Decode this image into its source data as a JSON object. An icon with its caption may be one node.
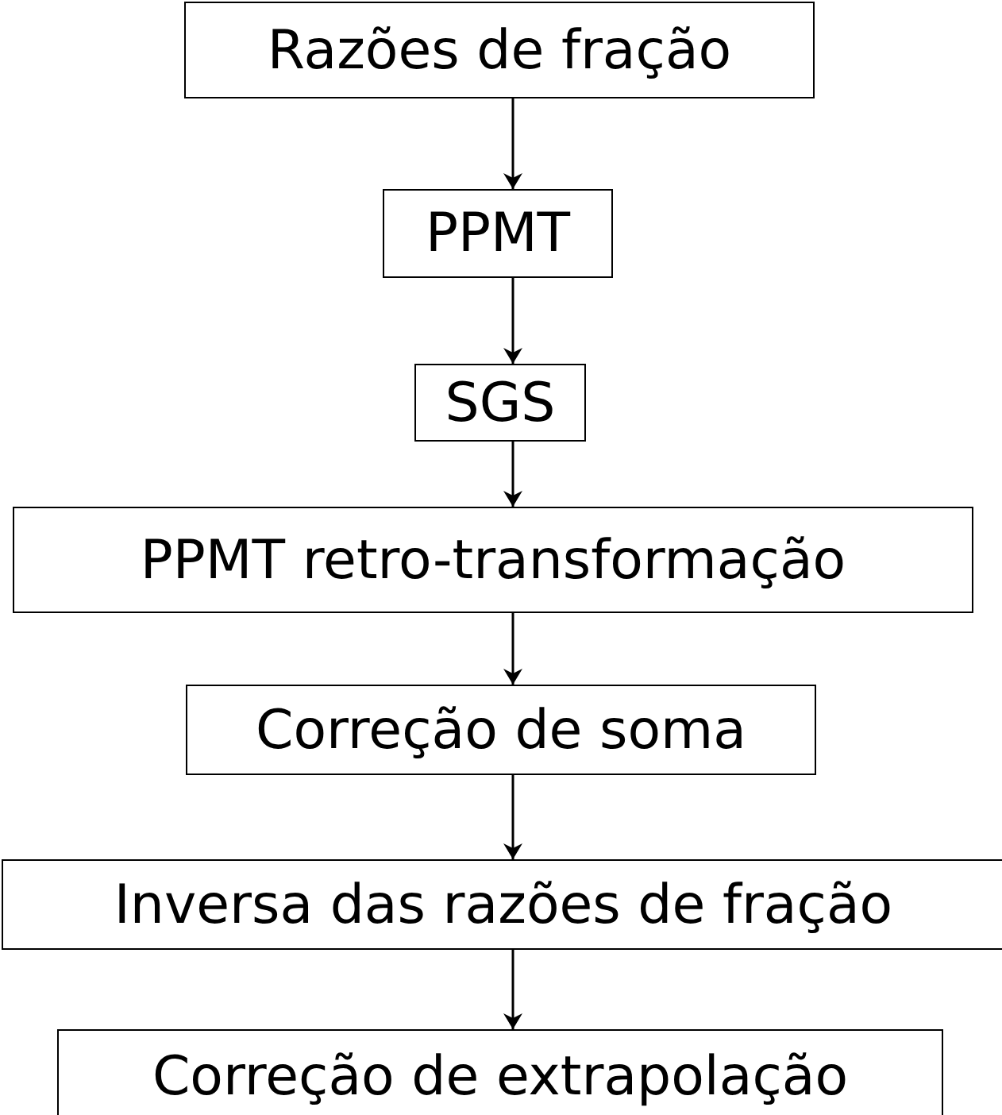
{
  "diagram": {
    "nodes": [
      {
        "text": [
          "Razões de fração"
        ]
      },
      {
        "text": [
          "PPMT"
        ]
      },
      {
        "text": [
          "SGS"
        ]
      },
      {
        "text": [
          "PPMT retro-transformação"
        ]
      },
      {
        "text": [
          "Correção de soma"
        ]
      },
      {
        "text": [
          "Inversa das razões de fração"
        ]
      },
      {
        "text": [
          "Correção de extrapolação"
        ]
      }
    ],
    "edges": [
      {
        "from": 0,
        "to": 1,
        "arrow": "to"
      },
      {
        "from": 1,
        "to": 2,
        "arrow": "to"
      },
      {
        "from": 2,
        "to": 3,
        "arrow": "to"
      },
      {
        "from": 3,
        "to": 4,
        "arrow": "to"
      },
      {
        "from": 4,
        "to": 5,
        "arrow": "to"
      },
      {
        "from": 5,
        "to": 6,
        "arrow": "to"
      }
    ]
  }
}
